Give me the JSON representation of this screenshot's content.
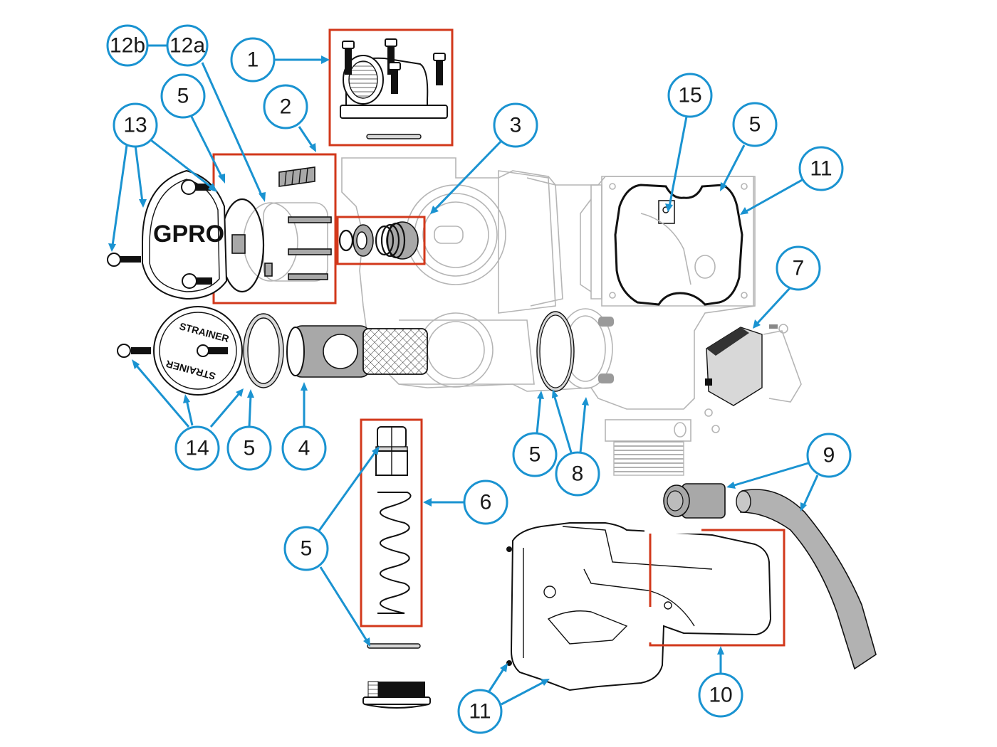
{
  "diagram": {
    "title": "Exploded parts diagram - GPRO pump",
    "colors": {
      "callout": "#1a93d1",
      "highlight_box": "#d2381b",
      "ink": "#111111",
      "ghost": "#b5b5b5"
    },
    "brand_label": "GPRO",
    "strainer_cap_text_top": "STRAINER",
    "strainer_cap_text_bottom": "STRAINER",
    "callouts": [
      {
        "id": "c-12b",
        "label": "12b"
      },
      {
        "id": "c-12a",
        "label": "12a"
      },
      {
        "id": "c-1",
        "label": "1"
      },
      {
        "id": "c-5-top",
        "label": "5"
      },
      {
        "id": "c-2",
        "label": "2"
      },
      {
        "id": "c-13",
        "label": "13"
      },
      {
        "id": "c-3",
        "label": "3"
      },
      {
        "id": "c-15",
        "label": "15"
      },
      {
        "id": "c-5-right",
        "label": "5"
      },
      {
        "id": "c-11-top",
        "label": "11"
      },
      {
        "id": "c-7",
        "label": "7"
      },
      {
        "id": "c-14",
        "label": "14"
      },
      {
        "id": "c-5-strainer",
        "label": "5"
      },
      {
        "id": "c-4",
        "label": "4"
      },
      {
        "id": "c-5-mid",
        "label": "5"
      },
      {
        "id": "c-8",
        "label": "8"
      },
      {
        "id": "c-9",
        "label": "9"
      },
      {
        "id": "c-6",
        "label": "6"
      },
      {
        "id": "c-5-spring",
        "label": "5"
      },
      {
        "id": "c-10",
        "label": "10"
      },
      {
        "id": "c-11-bottom",
        "label": "11"
      }
    ]
  }
}
